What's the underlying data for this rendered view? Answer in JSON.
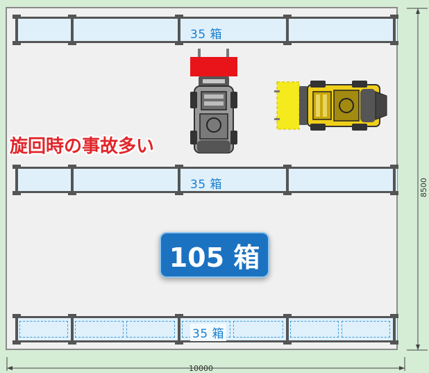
{
  "racks": [
    {
      "label": "35 箱"
    },
    {
      "label": "35 箱"
    },
    {
      "label": "35 箱"
    }
  ],
  "total": {
    "label": "105 箱"
  },
  "warning": {
    "text": "旋回時の事故多い"
  },
  "dimensions": {
    "width": "10000",
    "height": "8500"
  },
  "colors": {
    "background": "#d5ecd5",
    "floor": "#f0f0f0",
    "rack_fill": "#dff0fb",
    "rack_frame": "#555555",
    "label_blue": "#1a7fd0",
    "badge_blue": "#1b72c0",
    "warning_red": "#e0262b",
    "forklift_fork_red": "#e8141a",
    "forklift_fork_yellow": "#f5ea1e",
    "forklift_body_yellow": "#f0cf1a"
  },
  "icons": [
    "forklift-gray-icon",
    "forklift-yellow-icon"
  ]
}
